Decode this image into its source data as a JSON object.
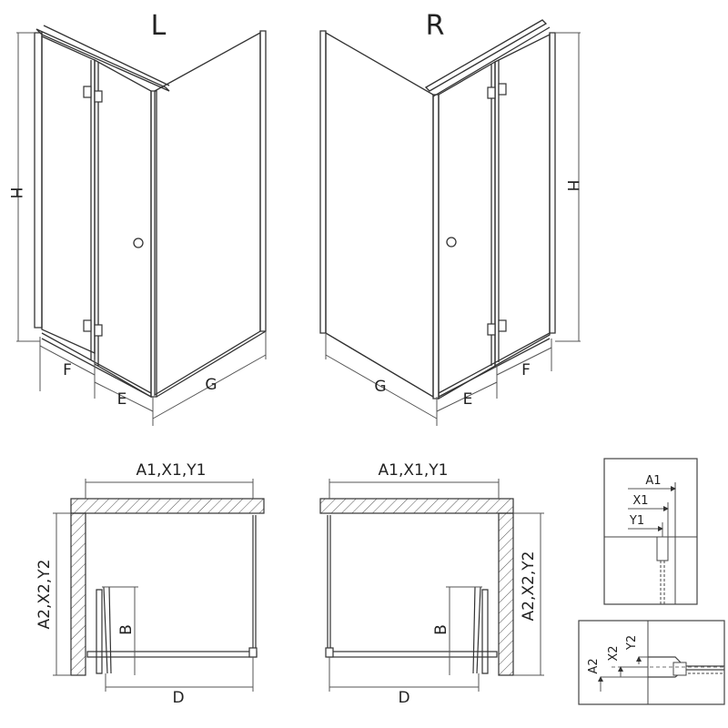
{
  "diagram": {
    "left_variant": {
      "title": "L",
      "dims": {
        "h": "H",
        "f": "F",
        "e": "E",
        "g": "G"
      }
    },
    "right_variant": {
      "title": "R",
      "dims": {
        "h": "H",
        "f": "F",
        "e": "E",
        "g": "G"
      }
    },
    "plan_left": {
      "width": "A1,X1,Y1",
      "depth": "A2,X2,Y2",
      "b": "B",
      "d": "D"
    },
    "plan_right": {
      "width": "A1,X1,Y1",
      "depth": "A2,X2,Y2",
      "b": "B",
      "d": "D"
    },
    "detail_top": {
      "labels": [
        "A1",
        "X1",
        "Y1"
      ]
    },
    "detail_bottom": {
      "labels": [
        "A2",
        "X2",
        "Y2"
      ]
    }
  }
}
